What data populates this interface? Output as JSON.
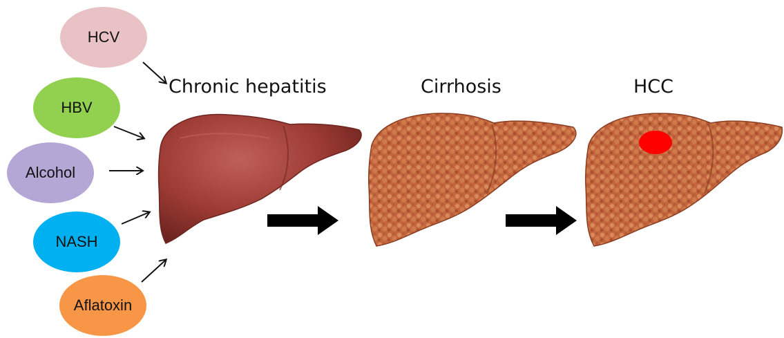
{
  "risk_factors": [
    {
      "label": "HCV",
      "color": "#e8c2c4"
    },
    {
      "label": "HBV",
      "color": "#92d050"
    },
    {
      "label": "Alcohol",
      "color": "#b4a7d6"
    },
    {
      "label": "NASH",
      "color": "#00b0f0"
    },
    {
      "label": "Aflatoxin",
      "color": "#f79646"
    }
  ],
  "stages": [
    {
      "label": "Chronic hepatitis",
      "liver_color": "#9b3a33"
    },
    {
      "label": "Cirrhosis",
      "liver_color": "#c4663d"
    },
    {
      "label": "HCC",
      "liver_color": "#c4663d",
      "tumor_color": "#ff0000"
    }
  ],
  "icons": {
    "thin_arrow": "arrow-icon",
    "thick_arrow": "thick-arrow-icon"
  }
}
